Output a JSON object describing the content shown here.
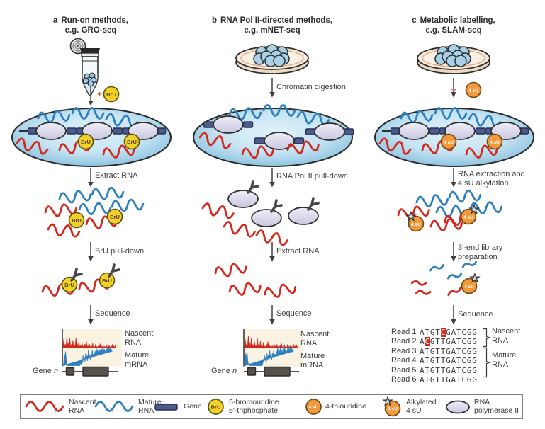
{
  "figure": {
    "panels": [
      {
        "tag": "a",
        "title": "Run-on methods,",
        "subtitle": "e.g. GRO-seq",
        "plus": "+",
        "step1_ball": "BrU",
        "step2": "Extract RNA",
        "step3": "BrU pull-down",
        "step4": "Sequence",
        "track_top": "Nascent\nRNA",
        "track_bottom": "Mature\nmRNA",
        "gene_word": "Gene",
        "gene_index": "n"
      },
      {
        "tag": "b",
        "title": "RNA Pol II-directed methods,",
        "subtitle": "e.g. mNET-seq",
        "step1": "Chromatin digestion",
        "step2": "RNA Pol II pull-down",
        "step3": "Extract RNA",
        "step4": "Sequence",
        "track_top": "Nascent\nRNA",
        "track_bottom": "Mature\nmRNA",
        "gene_word": "Gene",
        "gene_index": "n"
      },
      {
        "tag": "c",
        "title": "Metabolic labelling,",
        "subtitle": "e.g. SLAM-seq",
        "plus": "+",
        "step1_ball": "4 sU",
        "step2": "RNA extraction and\n4 sU alkylation",
        "step3": "3′-end library\npreparation",
        "step4": "Sequence",
        "reads": [
          {
            "label": "Read 1",
            "pre": "ATGT",
            "hl": "C",
            "post": "GATCGG"
          },
          {
            "label": "Read 2",
            "pre": "A",
            "hl": "C",
            "post": "GTTGATCGG"
          },
          {
            "label": "Read 3",
            "pre": "ATGTTGATCGG",
            "hl": "",
            "post": ""
          },
          {
            "label": "Read 4",
            "pre": "ATGTTGATCGG",
            "hl": "",
            "post": ""
          },
          {
            "label": "Read 5",
            "pre": "ATGTTGATCGG",
            "hl": "",
            "post": ""
          },
          {
            "label": "Read 6",
            "pre": "ATGTTGATCGG",
            "hl": "",
            "post": ""
          }
        ],
        "group_nascent": "Nascent\nRNA",
        "group_mature": "Mature\nRNA"
      }
    ],
    "balls": {
      "bru": "BrU",
      "fsu": "4 sU"
    },
    "legend": {
      "items": [
        {
          "label": "Nascent\nRNA"
        },
        {
          "label": "Mature\nRNA"
        },
        {
          "label": "Gene"
        },
        {
          "label": "5-bromouridine\n5′-triphosphate",
          "ball": "BrU"
        },
        {
          "label": "4-thiouridine",
          "ball": "4 sU"
        },
        {
          "label": "Alkylated\n4 sU",
          "ball": "4 sU"
        },
        {
          "label": "RNA\npolymerase II"
        }
      ]
    },
    "colors": {
      "nascent": "#d5281e",
      "mature": "#2e7fbe",
      "gene": "#4d5b8c",
      "bru": "#f4d028",
      "fsu": "#f09a3c",
      "polii": "#dcdbee"
    }
  }
}
